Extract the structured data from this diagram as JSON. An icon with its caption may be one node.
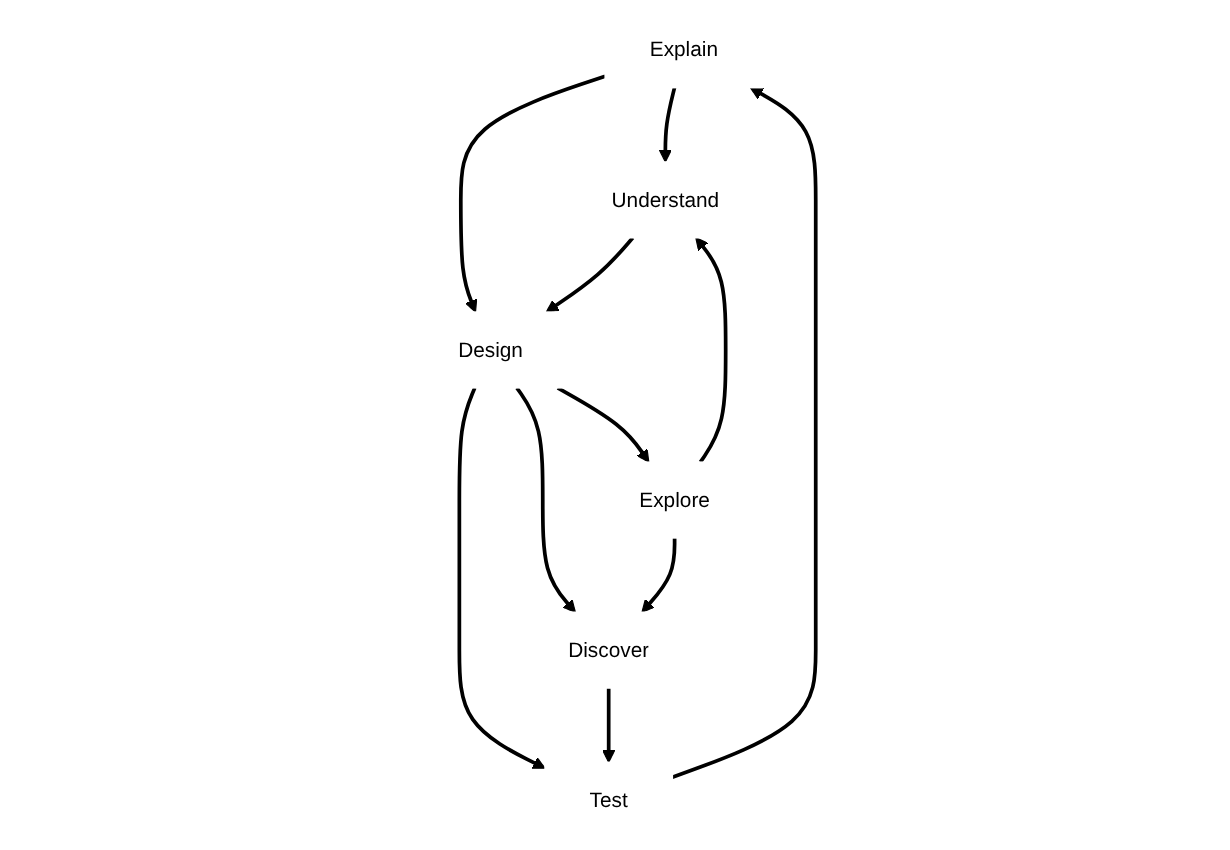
{
  "diagram": {
    "nodes": [
      {
        "text": [
          "Explain"
        ]
      },
      {
        "text": [
          "Understand"
        ]
      },
      {
        "text": [
          "Design"
        ]
      },
      {
        "text": [
          "Discover"
        ]
      },
      {
        "text": [
          "Test"
        ]
      },
      {
        "text": [
          "Explore"
        ]
      }
    ],
    "edges": [
      {
        "from": 0,
        "to": 1,
        "arrow": "to"
      },
      {
        "from": 0,
        "to": 2,
        "arrow": "to"
      },
      {
        "from": 1,
        "to": 2,
        "arrow": "to"
      },
      {
        "from": 2,
        "to": 3,
        "arrow": "to"
      },
      {
        "from": 2,
        "to": 4,
        "arrow": "to"
      },
      {
        "from": 2,
        "to": 5,
        "arrow": "to"
      },
      {
        "from": 3,
        "to": 4,
        "arrow": "to"
      },
      {
        "from": 5,
        "to": 3,
        "arrow": "to"
      },
      {
        "from": 4,
        "to": 0,
        "arrow": "to"
      },
      {
        "from": 5,
        "to": 1,
        "arrow": "to"
      }
    ]
  }
}
